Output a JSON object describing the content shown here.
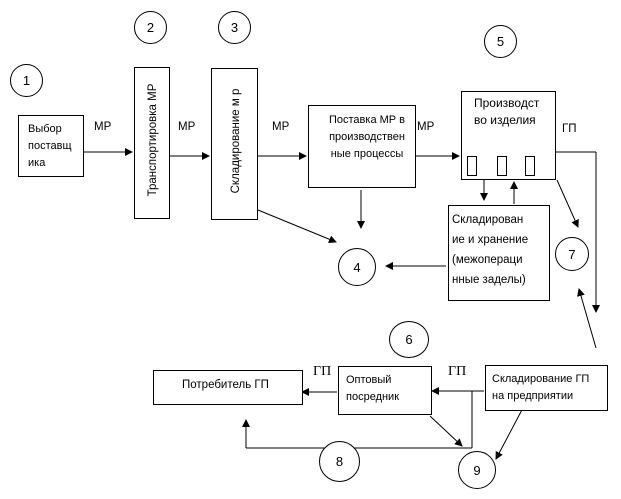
{
  "nodes": {
    "supplier": "Выбор\nпоставщ\nика",
    "transport": "Транспортировка МР",
    "storage_mr": "Складирование м р",
    "supply_production": "Поставка МР в\nпроизводствен\nные процессы",
    "production": "Производст\nво изделия",
    "interop_storage": "Складирован\nие и хранение\n(межопераци\nнные заделы)",
    "fp_storage": "Складирование ГП\nна предприятии",
    "wholesaler": "Оптовый\nпосредник",
    "consumer": "Потребитель ГП"
  },
  "flows": {
    "mr1": "МР",
    "mr2": "МР",
    "mr3": "МР",
    "mr4": "МР",
    "gp_prod": "ГП",
    "gp_store": "ГП",
    "gp_whole": "ГП"
  },
  "circles": [
    "1",
    "2",
    "3",
    "4",
    "5",
    "6",
    "7",
    "8",
    "9"
  ]
}
